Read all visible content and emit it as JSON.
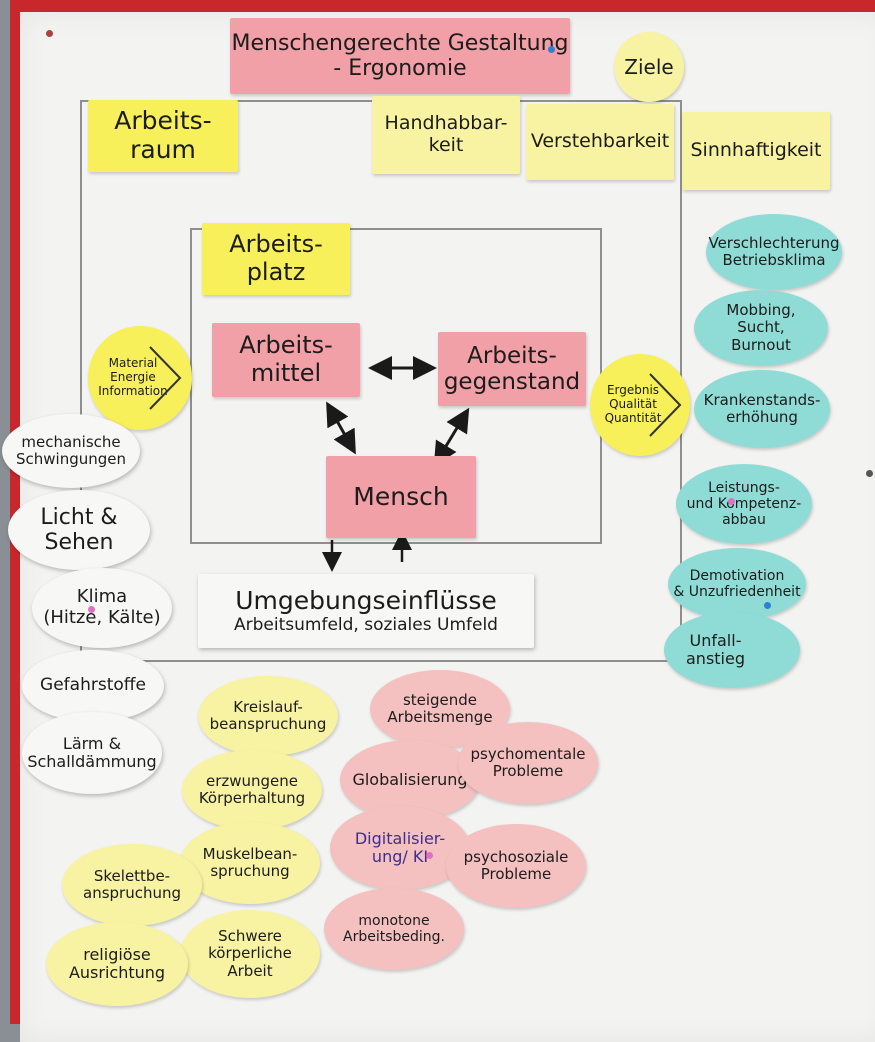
{
  "title": "Menschengerechte Gestaltung\n- Ergonomie",
  "goals_label": "Ziele",
  "goals": [
    "Handhabbar-\nkeit",
    "Verstehbarkeit",
    "Sinnhaftigkeit"
  ],
  "workspace": "Arbeits-\nraum",
  "workplace": "Arbeits-\nplatz",
  "tool": "Arbeits-\nmittel",
  "object": "Arbeits-\ngegenstand",
  "human": "Mensch",
  "environment": {
    "title": "Umgebungseinflüsse",
    "subtitle": "Arbeitsumfeld, soziales Umfeld"
  },
  "input": "Material\nEnergie\nInformation",
  "output": "Ergebnis\nQualität\nQuantität",
  "consequences": [
    "Verschlechterung\nBetriebsklima",
    "Mobbing,\nSucht,\nBurnout",
    "Krankenstands-\nerhöhung",
    "Leistungs-\nund Kompetenz-\nabbau",
    "Demotivation\n& Unzufriedenheit",
    "Unfall-\nanstieg"
  ],
  "physical_factors": [
    "mechanische\nSchwingungen",
    "Licht &\nSehen",
    "Klima\n(Hitze, Kälte)",
    "Gefahrstoffe",
    "Lärm &\nSchalldämmung"
  ],
  "body_strain": [
    "Kreislauf-\nbeanspruchung",
    "erzwungene\nKörperhaltung",
    "Muskelbean-\nspruchung",
    "Skelettbe-\nanspruchung",
    "Schwere\nkörperliche\nArbeit",
    "religiöse\nAusrichtung"
  ],
  "mental_factors": [
    "steigende\nArbeitsmenge",
    "Globalisierung",
    "psychomentale\nProbleme",
    "Digitalisier-\nung/ KI",
    "psychosoziale\nProbleme",
    "monotone\nArbeitsbeding."
  ],
  "colors": {
    "board": "#c8282c",
    "paper": "#f3f3f1",
    "yellow": "#f7f05a",
    "pink": "#f2a0a8",
    "cyan": "#8fdcd6"
  }
}
